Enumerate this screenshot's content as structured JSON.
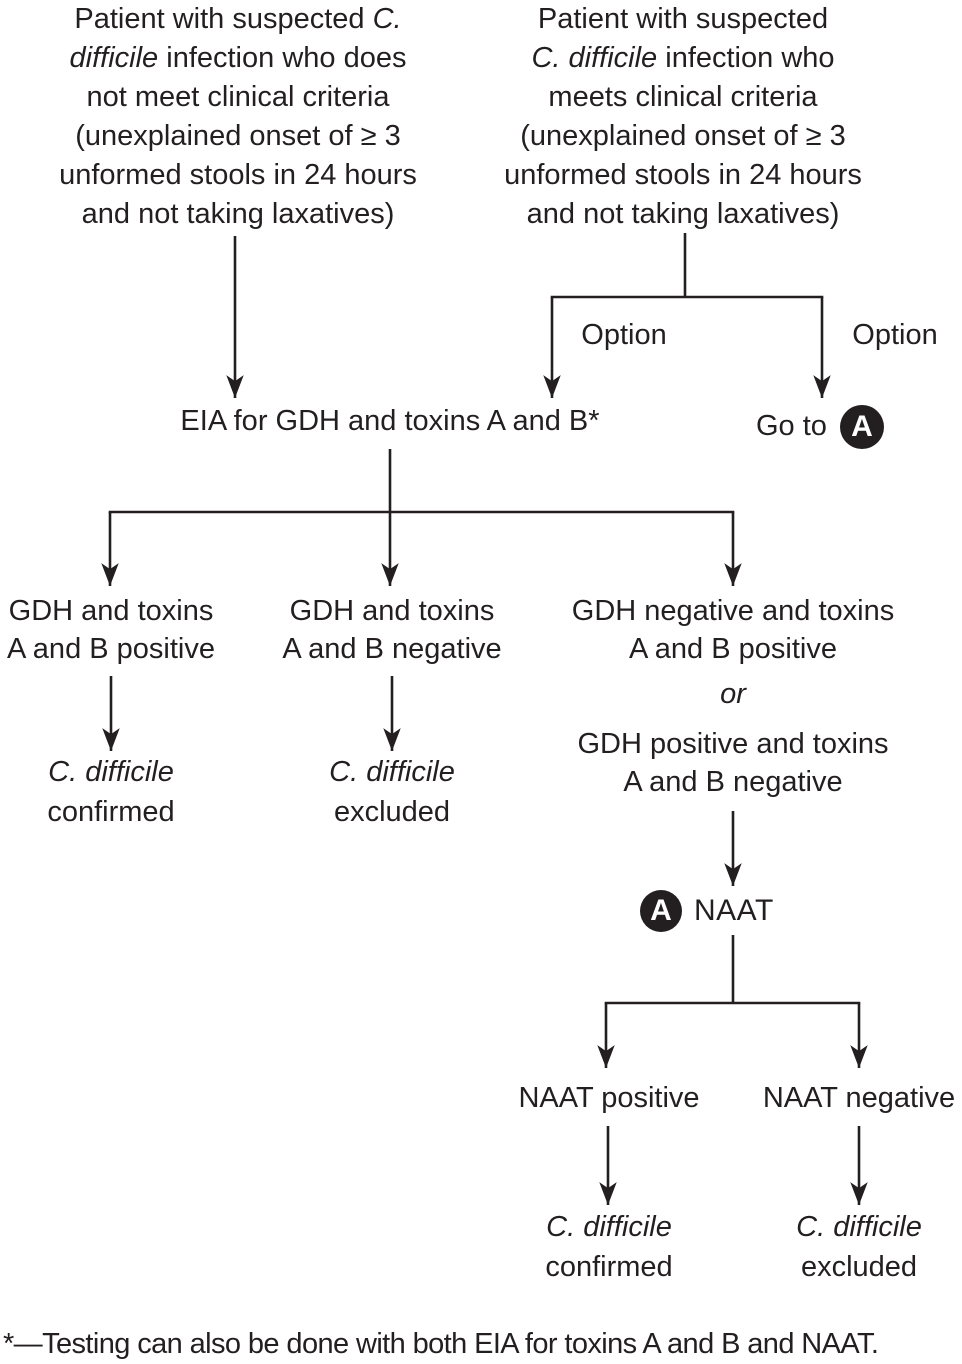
{
  "colors": {
    "ink": "#231f20",
    "badge_bg": "#231f20",
    "badge_fg": "#ffffff",
    "bg": "#ffffff"
  },
  "left_box": {
    "l1a": "Patient with suspected ",
    "l1b": "C.",
    "l2a": "difficile",
    "l2b": " infection who does",
    "l3": "not meet clinical criteria",
    "l4": "(unexplained onset of ≥ 3",
    "l5": "unformed stools in 24 hours",
    "l6": "and not taking laxatives)"
  },
  "right_box": {
    "l1": "Patient with suspected",
    "l2a": "C. difficile",
    "l2b": " infection who",
    "l3": "meets clinical criteria",
    "l4": "(unexplained onset of ≥ 3",
    "l5": "unformed stools in 24 hours",
    "l6": "and not taking laxatives)"
  },
  "labels": {
    "option_left": "Option",
    "option_right": "Option",
    "eia": "EIA for GDH and toxins A and B*",
    "goto_text": "Go to",
    "goto_badge": "A"
  },
  "outcomes": {
    "col1": {
      "l1": "GDH and toxins",
      "l2": "A and B positive",
      "result_species": "C. difficile",
      "result_status": "confirmed"
    },
    "col2": {
      "l1": "GDH and toxins",
      "l2": "A and B negative",
      "result_species": "C. difficile",
      "result_status": "excluded"
    },
    "col3": {
      "l1": "GDH negative and toxins",
      "l2": "A and B positive",
      "or": "or",
      "l3": "GDH positive and toxins",
      "l4": "A and B negative"
    }
  },
  "naat": {
    "badge": "A",
    "label": "NAAT",
    "positive": "NAAT positive",
    "negative": "NAAT negative",
    "result_positive_species": "C. difficile",
    "result_positive_status": "confirmed",
    "result_negative_species": "C. difficile",
    "result_negative_status": "excluded"
  },
  "footnote": "*—Testing can also be done with both EIA for toxins A and B and NAAT."
}
